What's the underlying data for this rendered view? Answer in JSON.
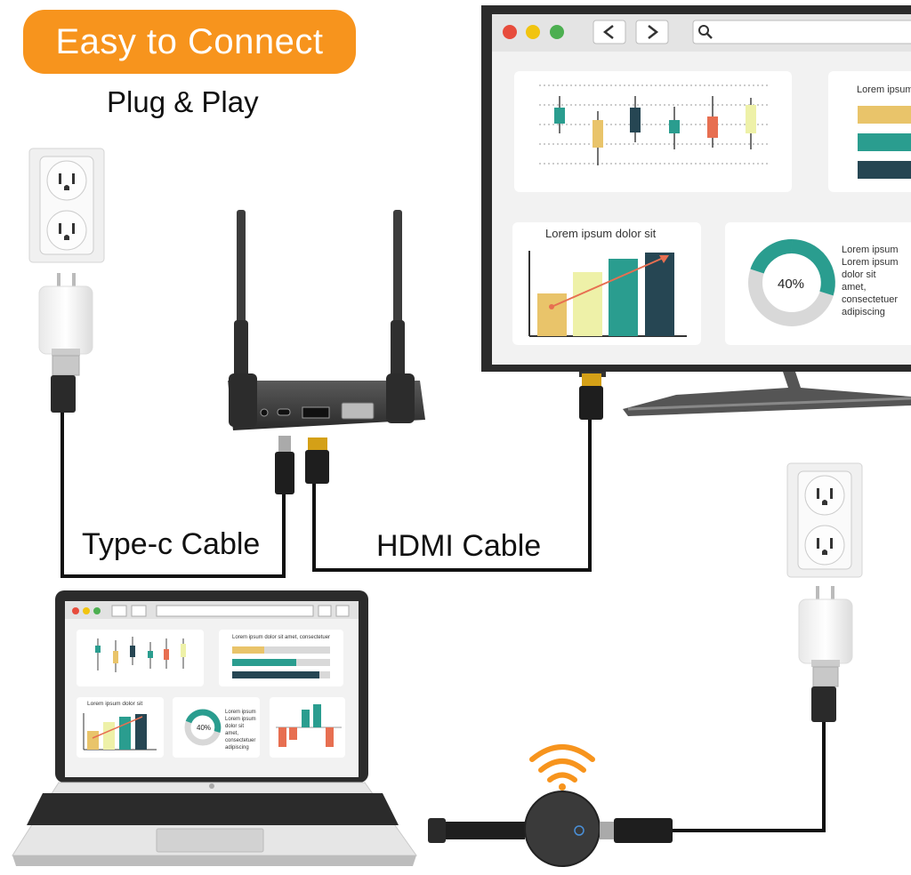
{
  "header": {
    "badge_label": "Easy to Connect",
    "subtitle": "Plug & Play"
  },
  "labels": {
    "typec_cable": "Type-c Cable",
    "hdmi_cable": "HDMI Cable"
  },
  "tv_screen": {
    "card_legend_title": "Lorem ipsum",
    "card_bar_title": "Lorem ipsum dolor sit",
    "donut_percent": "40%",
    "donut_text": [
      "Lorem ipsum",
      "Lorem ipsum",
      "dolor sit",
      "amet,",
      "consectetuer",
      "adipiscing"
    ]
  },
  "laptop_screen": {
    "card_legend_title": "Lorem ipsum dolor sit amet, consectetuer",
    "card_bar_title": "Lorem ipsum dolor sit",
    "donut_percent": "40%",
    "donut_text": [
      "Lorem ipsum",
      "Lorem ipsum",
      "dolor sit",
      "amet,",
      "consectetuer",
      "adipiscing"
    ]
  },
  "colors": {
    "accent_orange": "#f7941d",
    "teal": "#2a9d8f",
    "navy": "#264653",
    "sand": "#e9c46a",
    "cream": "#eef1a8",
    "coral": "#e76f51"
  },
  "icons": [
    "wall-outlet-icon",
    "usb-power-adapter-icon",
    "wifi-icon",
    "search-icon",
    "chevron-left-icon",
    "chevron-right-icon"
  ]
}
